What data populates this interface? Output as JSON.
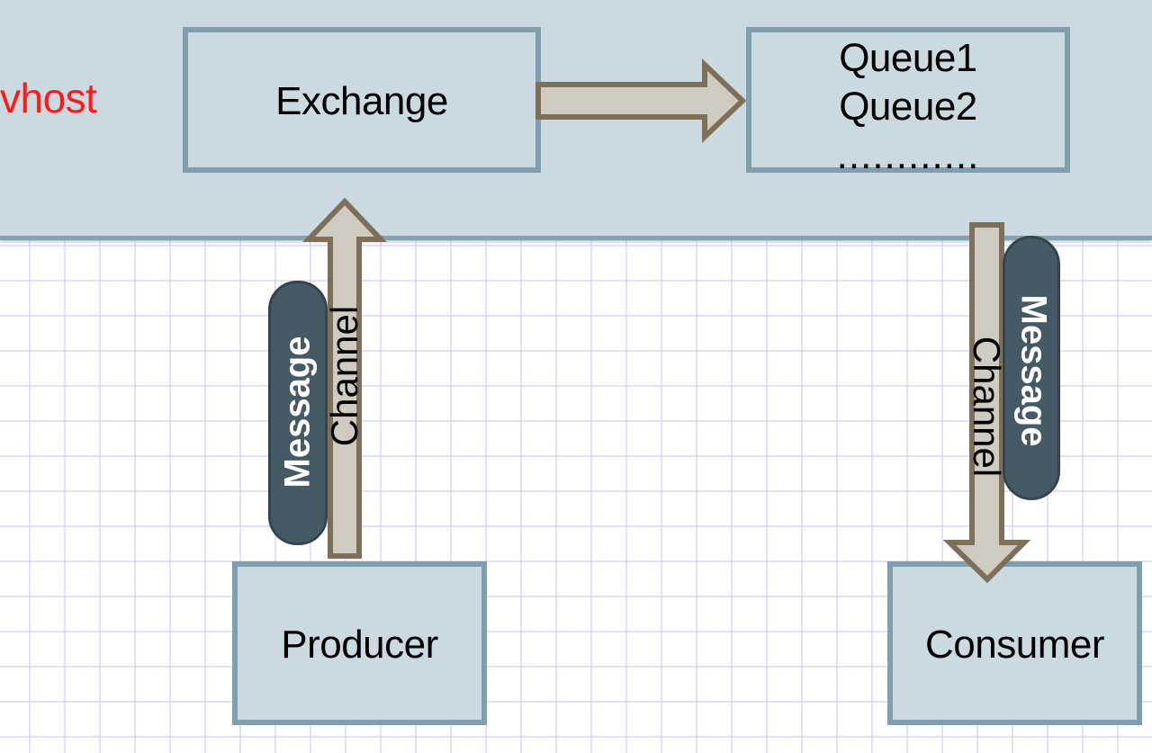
{
  "diagram": {
    "vhost_label": "vhost",
    "nodes": {
      "exchange": "Exchange",
      "queues": [
        "Queue1",
        "Queue2",
        "............"
      ],
      "producer": "Producer",
      "consumer": "Consumer"
    },
    "publish_path": {
      "message_label": "Message",
      "channel_label": "Channel",
      "direction": "Producer to Exchange"
    },
    "consume_path": {
      "message_label": "Message",
      "channel_label": "Channel",
      "direction": "Queues to Consumer"
    },
    "routing_arrow": {
      "direction": "Exchange to Queues"
    },
    "colors": {
      "vhost_text": "#ff1a1a",
      "vhost_band": "#cbd9e0",
      "box_fill": "#cbd9e0",
      "box_border": "#809fae",
      "arrow_fill": "#d0cbc1",
      "arrow_stroke": "#7d6f58",
      "message_pill": "#465a66"
    }
  }
}
